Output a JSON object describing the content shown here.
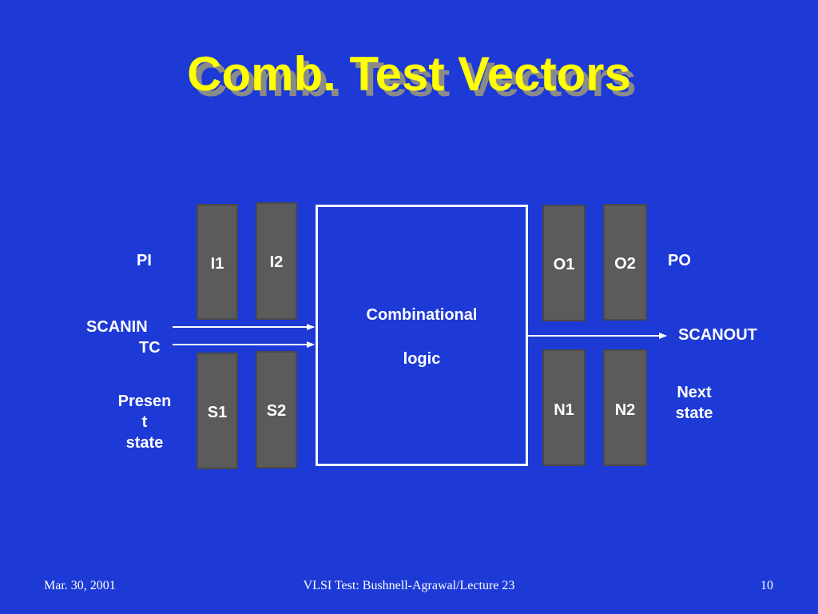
{
  "slide": {
    "title": "Comb. Test Vectors",
    "footer": {
      "date": "Mar. 30, 2001",
      "course": "VLSI Test: Bushnell-Agrawal/Lecture 23",
      "page": "10"
    }
  },
  "diagram": {
    "logic": {
      "line1": "Combinational",
      "line2": "logic"
    },
    "blocks": {
      "i1": "I1",
      "i2": "I2",
      "s1": "S1",
      "s2": "S2",
      "o1": "O1",
      "o2": "O2",
      "n1": "N1",
      "n2": "N2"
    },
    "labels": {
      "pi": "PI",
      "po": "PO",
      "scanin": "SCANIN",
      "tc": "TC",
      "present_state": [
        "Presen",
        "t",
        "state"
      ],
      "scanout": "SCANOUT",
      "next_state": [
        "Next",
        "state"
      ]
    },
    "colors": {
      "background": "#1d3ad6",
      "title": "#ffff00",
      "block": "#5b5b5b",
      "line": "#ffffff"
    }
  }
}
